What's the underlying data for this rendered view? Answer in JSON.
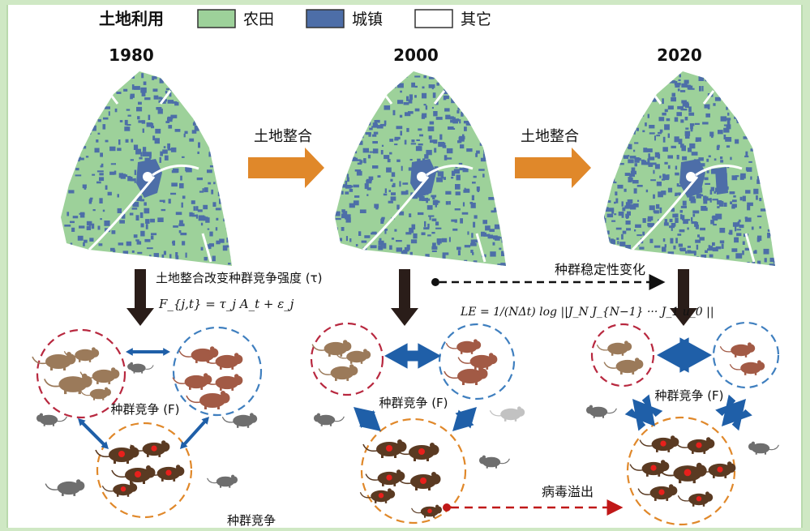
{
  "legend": {
    "title": "土地利用",
    "items": [
      {
        "label": "农田",
        "color": "#9dd19a"
      },
      {
        "label": "城镇",
        "color": "#4d6ea8"
      },
      {
        "label": "其它",
        "color": "#ffffff"
      }
    ]
  },
  "years": [
    "1980",
    "2000",
    "2020"
  ],
  "arrows": {
    "consolidation_1": "土地整合",
    "consolidation_2": "土地整合"
  },
  "left_annotation": {
    "text": "土地整合改变种群竞争强度 (τ)",
    "formula": "F_{j,t} = τ_j A_t + ε_j"
  },
  "stability": {
    "label": "种群稳定性变化",
    "formula": "LE = 1/(NΔt) log ||J_N J_{N−1} ··· J_1 u_0 ||"
  },
  "competition_labels": [
    "种群竞争 (F)",
    "种群竞争 (F)",
    "种群竞争 (F)"
  ],
  "bottom_label": "种群竞争",
  "spillover": "病毒溢出",
  "colors": {
    "farmland": "#9dd19a",
    "urban": "#4d6ea8",
    "orange_arrow": "#e0882a",
    "dark_arrow": "#2a1d19",
    "blue_arrow": "#1f5fa8",
    "red_circle": "#b8283f",
    "blue_circle": "#3f7fbf",
    "orange_circle": "#e0882a",
    "spillover_arrow": "#c01818"
  }
}
